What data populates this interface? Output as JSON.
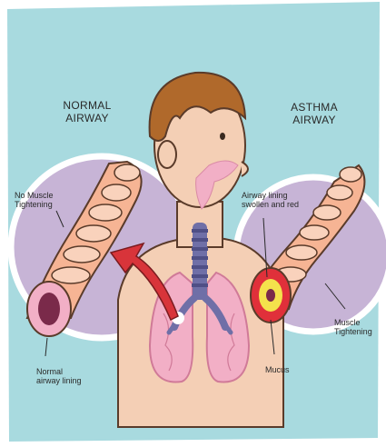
{
  "normal_airway": {
    "title": "NORMAL\nAIRWAY",
    "label_no_muscle": "No Muscle\nTightening",
    "label_lining": "Normal\nairway lining"
  },
  "asthma_airway": {
    "title": "ASTHMA\nAIRWAY",
    "label_swollen": "Airway lining\nswollen and red",
    "label_mucus": "Mucus",
    "label_muscle": "Muscle\nTightening"
  },
  "colors": {
    "background": "#A8DADF",
    "circle": "#C7B4D6",
    "tube": "#F6B494",
    "tube_ring": "#F9D2BC",
    "lining_red": "#E0303A",
    "mucus_yellow": "#F4E24C",
    "skin": "#F4CFB5",
    "hair": "#B0692B",
    "trachea": "#6F6FA7",
    "lungs": "#F2AFC6",
    "arrow": "#D8343A"
  }
}
